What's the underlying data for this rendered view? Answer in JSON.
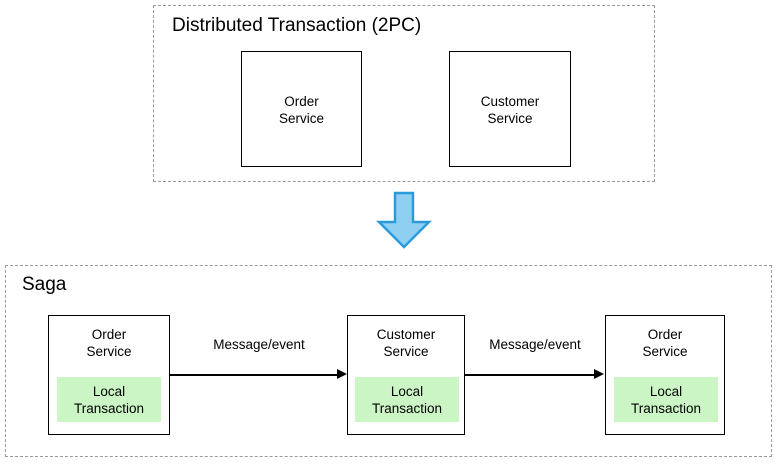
{
  "diagram": {
    "title_top": "Distributed Transaction (2PC)",
    "title_bottom": "Saga",
    "colors": {
      "local_transaction_fill": "#ccf5c5",
      "arrow_fill": "#8fd0f2",
      "arrow_stroke": "#2b9ad9",
      "box_stroke": "#000000",
      "group_stroke": "#9a9a9a"
    },
    "top_group": {
      "title": "Distributed Transaction (2PC)",
      "services": [
        {
          "name": "Order\nService"
        },
        {
          "name": "Customer\nService"
        }
      ]
    },
    "transition_arrow": {
      "direction": "down",
      "name": "blue-down-arrow"
    },
    "bottom_group": {
      "title": "Saga",
      "services": [
        {
          "name": "Order\nService",
          "local_transaction": "Local\nTransaction"
        },
        {
          "name": "Customer\nService",
          "local_transaction": "Local\nTransaction"
        },
        {
          "name": "Order\nService",
          "local_transaction": "Local\nTransaction"
        }
      ],
      "connectors": [
        {
          "label": "Message/event"
        },
        {
          "label": "Message/event"
        }
      ]
    }
  }
}
